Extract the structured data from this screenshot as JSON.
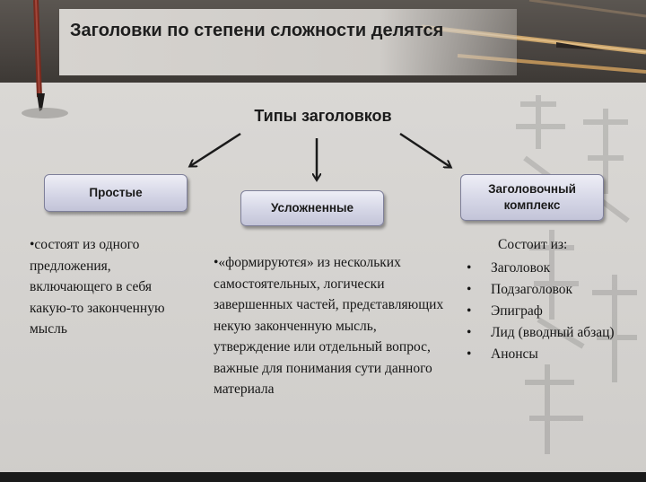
{
  "slide": {
    "title": "Заголовки по степени сложности делятся",
    "types_title": "Типы заголовков",
    "boxes": {
      "simple": "Простые",
      "complex": "Усложненные",
      "complex_set_line1": "Заголовочный",
      "complex_set_line2": "комплекс"
    },
    "simple_text": "•состоят из одного предложения, включающего в себя какую-то законченную мысль",
    "complex_text": "•«формируютєя» из нескольких самостоятельных, логически завершенных частей, предєтавляющих некую законченную мысль, утверждение или отдельный вопрос, важные для понимания сути данного материала",
    "complex_set_intro": "Состоит из:",
    "complex_set_items": [
      "Заголовок",
      "Подзаголовок",
      "Эпиграф",
      "Лид (вводный абзац)",
      "Анонсы"
    ],
    "bullet": "•"
  },
  "colors": {
    "header_dark": "#4a4541",
    "box_fill": "#d5d6e6",
    "box_border": "#7e7f99",
    "background": "#d8d6d3"
  },
  "icons": [
    "calligraphy-brush-icon",
    "arrow-icon"
  ]
}
